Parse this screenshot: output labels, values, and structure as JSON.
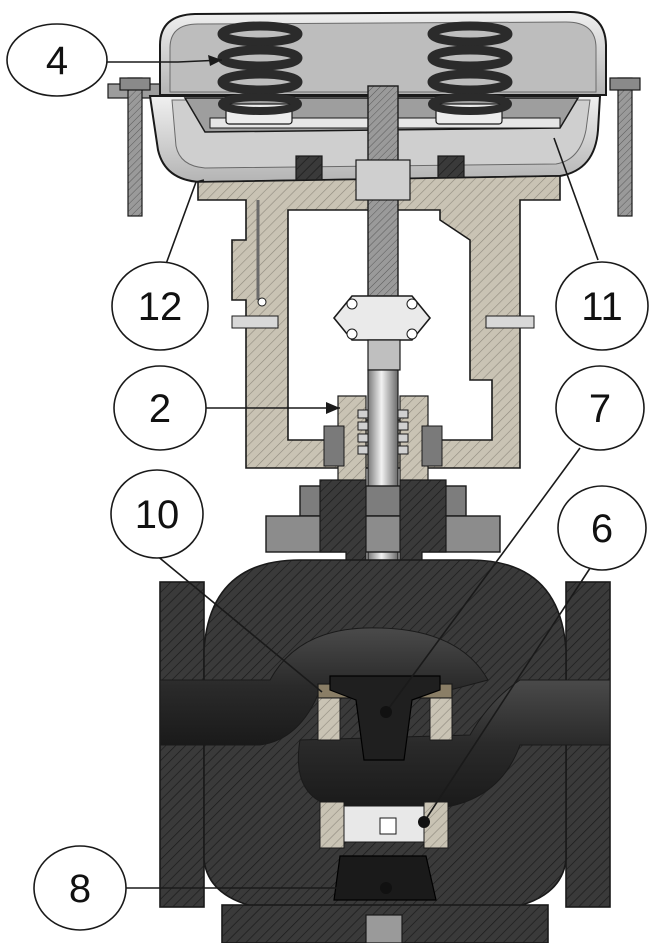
{
  "diagram": {
    "colors": {
      "background": "#ffffff",
      "body": "#3a3a3a",
      "body_dark": "#242424",
      "yoke": "#c9c3b4",
      "yoke_dark": "#8f8a7e",
      "metal": "#b8b8b8",
      "metal_light": "#e4e4e4",
      "cover": "#d6d6d6",
      "spring": "#2b2b2b",
      "outline": "#1a1a1a"
    },
    "callouts": [
      {
        "id": "c4",
        "label": "4"
      },
      {
        "id": "c12",
        "label": "12"
      },
      {
        "id": "c11",
        "label": "11"
      },
      {
        "id": "c2",
        "label": "2"
      },
      {
        "id": "c7",
        "label": "7"
      },
      {
        "id": "c10",
        "label": "10"
      },
      {
        "id": "c6",
        "label": "6"
      },
      {
        "id": "c8",
        "label": "8"
      }
    ]
  }
}
